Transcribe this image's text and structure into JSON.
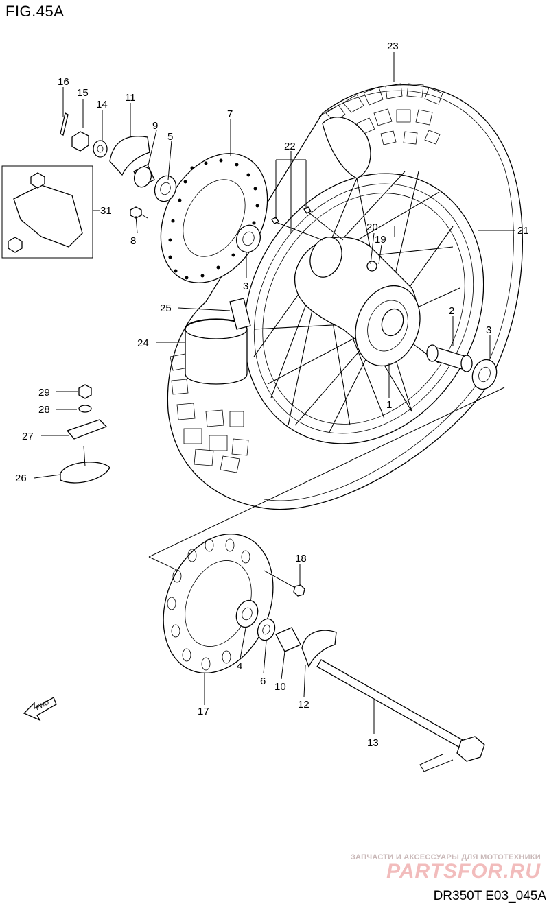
{
  "figure_title": "FIG.45A",
  "figure_code": "DR350T E03_045A",
  "watermark": {
    "tagline": "ЗАПЧАСТИ И АКСЕССУАРЫ ДЛЯ МОТОТЕХНИКИ",
    "logo": "PARTSFOR.RU"
  },
  "fwd_label": "FWD",
  "callouts": [
    "1",
    "2",
    "3",
    "3",
    "4",
    "5",
    "6",
    "7",
    "8",
    "9",
    "10",
    "11",
    "12",
    "13",
    "14",
    "15",
    "16",
    "17",
    "18",
    "19",
    "20",
    "21",
    "22",
    "23",
    "24",
    "25",
    "26",
    "27",
    "28",
    "29",
    "31"
  ]
}
